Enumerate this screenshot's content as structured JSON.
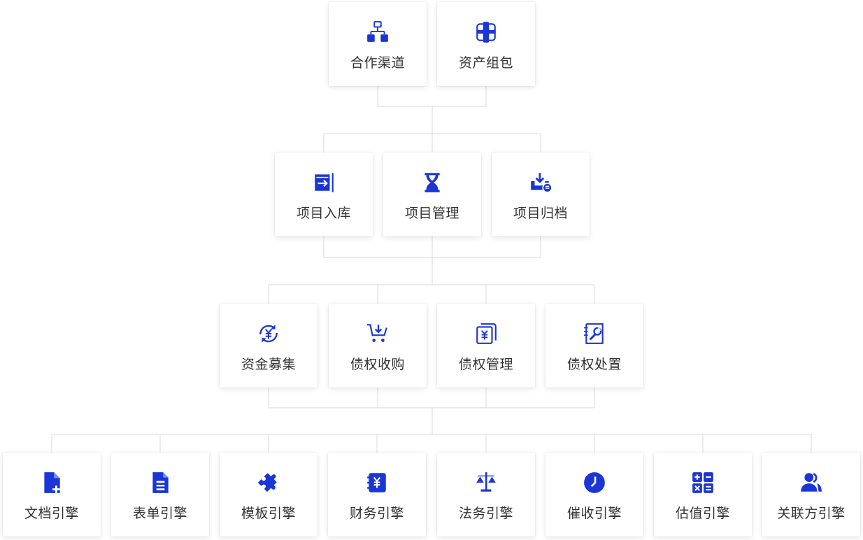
{
  "colors": {
    "accent": "#1b36d6",
    "line": "#dfdfdf",
    "text": "#333333"
  },
  "rows": [
    {
      "nodes": [
        {
          "id": "hezuo-qudao",
          "label": "合作渠道",
          "icon": "org-chart-icon"
        },
        {
          "id": "zichan-zubao",
          "label": "资产组包",
          "icon": "package-icon"
        }
      ]
    },
    {
      "nodes": [
        {
          "id": "xiangmu-ruku",
          "label": "项目入库",
          "icon": "inbox-arrow-icon"
        },
        {
          "id": "xiangmu-guanli",
          "label": "项目管理",
          "icon": "hourglass-icon"
        },
        {
          "id": "xiangmu-guidang",
          "label": "项目归档",
          "icon": "archive-download-icon"
        }
      ]
    },
    {
      "nodes": [
        {
          "id": "zijin-muji",
          "label": "资金募集",
          "icon": "yuan-refresh-icon"
        },
        {
          "id": "zhaiquan-shougou",
          "label": "债权收购",
          "icon": "cart-icon"
        },
        {
          "id": "zhaiquan-guanli",
          "label": "债权管理",
          "icon": "yuan-document-icon"
        },
        {
          "id": "zhaiquan-chuzhi",
          "label": "债权处置",
          "icon": "wrench-document-icon"
        }
      ]
    },
    {
      "nodes": [
        {
          "id": "wendang-yinqing",
          "label": "文档引擎",
          "icon": "file-plus-icon"
        },
        {
          "id": "biaodan-yinqing",
          "label": "表单引擎",
          "icon": "form-icon"
        },
        {
          "id": "muban-yinqing",
          "label": "模板引擎",
          "icon": "puzzle-icon"
        },
        {
          "id": "caiwu-yinqing",
          "label": "财务引擎",
          "icon": "yuan-notebook-icon"
        },
        {
          "id": "fawu-yinqing",
          "label": "法务引擎",
          "icon": "scales-icon"
        },
        {
          "id": "cuishou-yinqing",
          "label": "催收引擎",
          "icon": "clock-icon"
        },
        {
          "id": "guzhi-yinqing",
          "label": "估值引擎",
          "icon": "calculator-icon"
        },
        {
          "id": "guanlianfang-yinqing",
          "label": "关联方引擎",
          "icon": "users-icon"
        }
      ]
    }
  ]
}
